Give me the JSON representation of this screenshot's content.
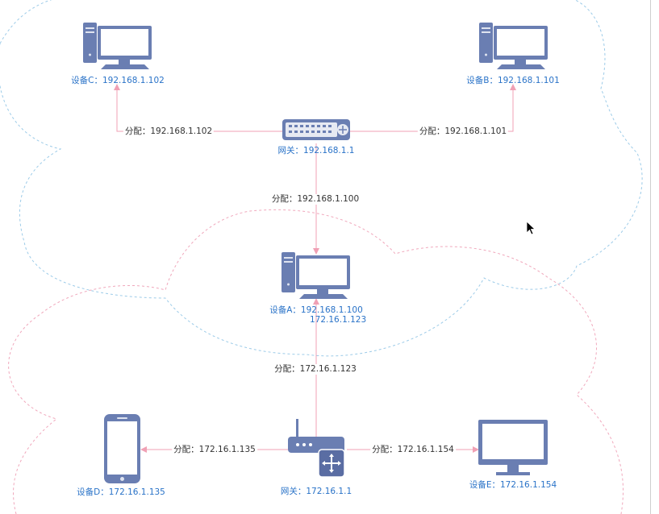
{
  "colors": {
    "device_fill": "#6a7eb2",
    "device_stroke": "#5a6da3",
    "device_text": "#2a73c8",
    "link": "#f0a0b4",
    "cloud_top": "#9ccbe8",
    "cloud_bottom": "#f0a8bc"
  },
  "devices": {
    "device_c": {
      "label": "设备C：192.168.1.102",
      "icon": "desktop-computer-icon"
    },
    "device_b": {
      "label": "设备B：192.168.1.101",
      "icon": "desktop-computer-icon"
    },
    "gateway_192": {
      "label": "网关：192.168.1.1",
      "icon": "switch-icon"
    },
    "device_a": {
      "label_line1": "设备A：192.168.1.100",
      "label_line2": "172.16.1.123",
      "icon": "desktop-computer-icon"
    },
    "device_d": {
      "label": "设备D：172.16.1.135",
      "icon": "smartphone-icon"
    },
    "gateway_172": {
      "label": "网关：172.16.1.1",
      "icon": "wireless-router-icon"
    },
    "device_e": {
      "label": "设备E：172.16.1.154",
      "icon": "monitor-icon"
    }
  },
  "links": {
    "to_c": "分配：192.168.1.102",
    "to_b": "分配：192.168.1.101",
    "to_a_192": "分配：192.168.1.100",
    "to_a_172": "分配：172.16.1.123",
    "to_d": "分配：172.16.1.135",
    "to_e": "分配：172.16.1.154"
  },
  "cursor": {
    "icon": "mouse-pointer-icon"
  }
}
